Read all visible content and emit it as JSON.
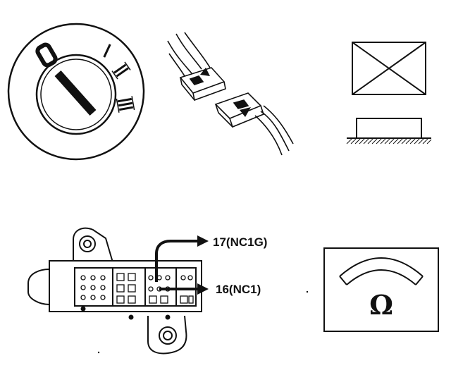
{
  "callouts": {
    "upper": "17(NC1G)",
    "lower": "16(NC1)"
  },
  "ignition": {
    "positions": [
      "0",
      "I",
      "II",
      "III"
    ]
  },
  "meter": {
    "symbol": "Ω"
  },
  "colors": {
    "ink": "#111111",
    "paper": "#ffffff"
  }
}
